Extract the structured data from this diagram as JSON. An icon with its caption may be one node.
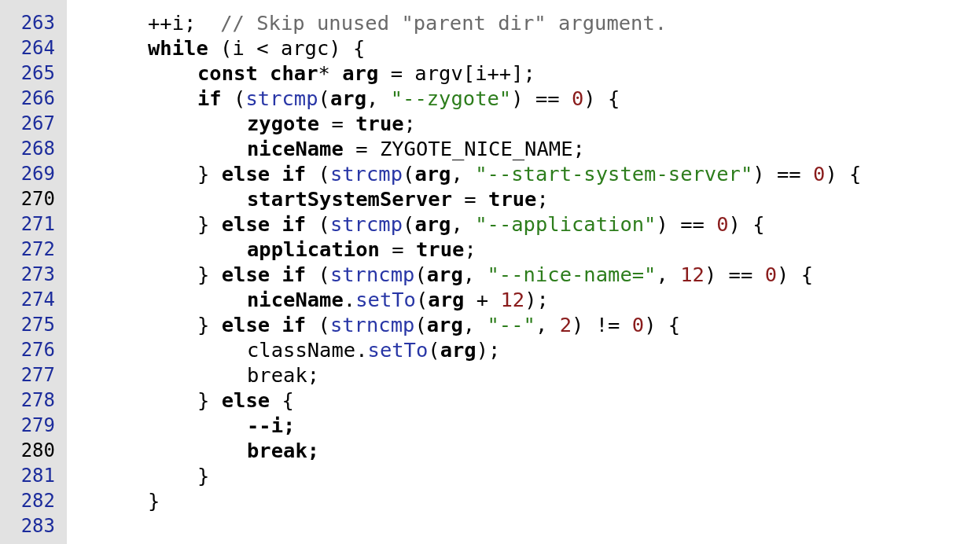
{
  "diagram": {
    "labels": [
      "263",
      "++i;  // Skip unused \"parent dir\" argument.",
      "264",
      "**while** (i < argc) {",
      "265",
      "**const char*** **arg** = argv[i++];",
      "266",
      "**if** (strcmp(**arg**, \"--zygote\") == 0) {",
      "267",
      "**zygote** = **true**;",
      "268",
      "**niceName** = ZYGOTE_NICE_NAME;",
      "269",
      "} **else if** (strcmp(**arg**, \"--start-system-server\") == 0) {",
      "270",
      "**startSystemServer** = **true**;",
      "271",
      "} **else if** (strcmp(**arg**, \"--application\") == 0) {",
      "272",
      "**application** = **true**;",
      "273",
      "} **else if** (strncmp(**arg**, \"--nice-name=\", 12) == 0) {",
      "274",
      "**niceName**.setTo(**arg** + 12);",
      "275",
      "} **else if** (strncmp(**arg**, \"--\", 2) != 0) {",
      "276",
      "className.setTo(**arg**);",
      "277",
      "break;",
      "278",
      "} **else** {",
      "279",
      "--i;",
      "280",
      "break;",
      "281",
      "}",
      "282",
      "}",
      "283"
    ]
  }
}
